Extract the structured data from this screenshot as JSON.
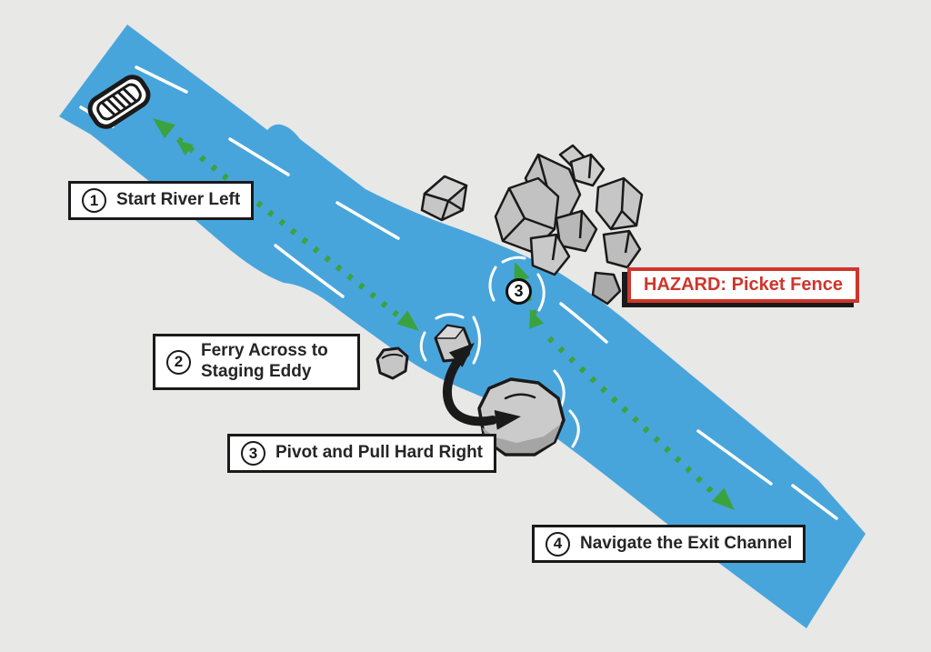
{
  "diagram": {
    "steps": [
      {
        "number": "1",
        "label": "Start River Left"
      },
      {
        "number": "2",
        "label": "Ferry Across to Staging Eddy"
      },
      {
        "number": "3",
        "label": "Pivot and Pull Hard Right"
      },
      {
        "number": "4",
        "label": "Navigate the Exit Channel"
      }
    ],
    "hazard_label": "HAZARD: Picket Fence",
    "river_marker": "3",
    "icons": {
      "raft": "raft-icon",
      "route_arrows": "green-dashed-route-arrow-icon",
      "pivot_arrow": "black-pivot-arrow-icon"
    },
    "colors": {
      "background": "#e8e8e7",
      "river": "#48a5db",
      "route_green": "#3aa33f",
      "hazard_red": "#cf352b",
      "outline_black": "#1a1a1a",
      "rock_gray": "#c4c4c4",
      "flow_line_white": "#ffffff"
    }
  }
}
